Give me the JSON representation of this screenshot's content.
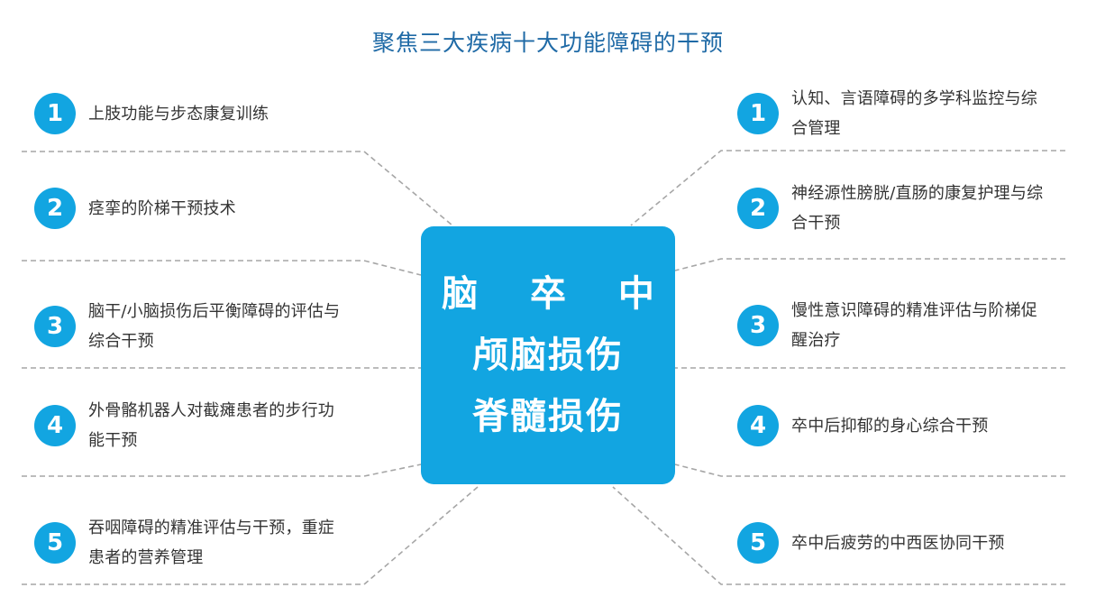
{
  "title": "聚焦三大疾病十大功能障碍的干预",
  "center": {
    "lines": [
      "脑 卒 中",
      "颅脑损伤",
      "脊髓损伤"
    ]
  },
  "left_items": [
    {
      "num": "1",
      "text": "上肢功能与步态康复训练"
    },
    {
      "num": "2",
      "text": "痉挛的阶梯干预技术"
    },
    {
      "num": "3",
      "text": "脑干/小脑损伤后平衡障碍的评估与综合干预"
    },
    {
      "num": "4",
      "text": "外骨骼机器人对截瘫患者的步行功能干预"
    },
    {
      "num": "5",
      "text": "吞咽障碍的精准评估与干预，重症患者的营养管理"
    }
  ],
  "right_items": [
    {
      "num": "1",
      "text": "认知、言语障碍的多学科监控与综合管理"
    },
    {
      "num": "2",
      "text": "神经源性膀胱/直肠的康复护理与综合干预"
    },
    {
      "num": "3",
      "text": "慢性意识障碍的精准评估与阶梯促醒治疗"
    },
    {
      "num": "4",
      "text": "卒中后抑郁的身心综合干预"
    },
    {
      "num": "5",
      "text": "卒中后疲劳的中西医协同干预"
    }
  ],
  "colors": {
    "accent": "#12a5e1",
    "title": "#1f6aa6",
    "text": "#333333",
    "dash": "#a6a6a6"
  }
}
